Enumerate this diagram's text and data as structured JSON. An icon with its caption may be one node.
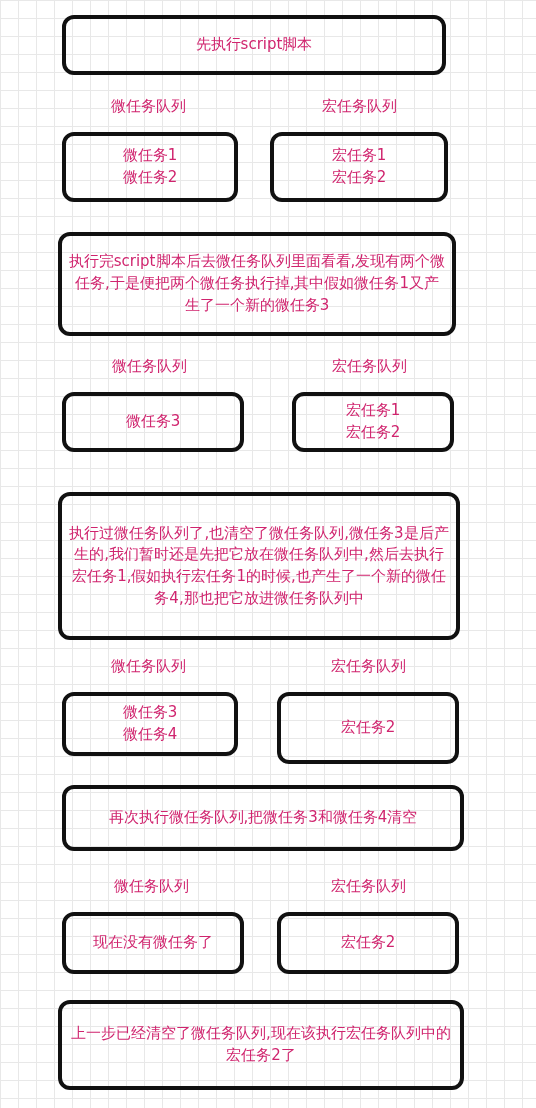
{
  "diagram": {
    "nodes": [
      {
        "text": [
          "先执行script脚本"
        ]
      },
      {
        "text": [
          "微任务队列",
          "微任务1",
          "微任务2"
        ]
      },
      {
        "text": [
          "宏任务队列",
          "宏任务1",
          "宏任务2"
        ]
      },
      {
        "text": [
          "执行完script脚本后去微任务队列里面看看,发现有两个微任务,于是便把两个微任务执行掉,其中假如微任务1又产生了一个新的微任务3"
        ]
      },
      {
        "text": [
          "微任务队列",
          "微任务3"
        ]
      },
      {
        "text": [
          "宏任务队列",
          "宏任务1",
          "宏任务2"
        ]
      },
      {
        "text": [
          "执行过微任务队列了,也清空了微任务队列,微任务3是后产生的,我们暂时还是先把它放在微任务队列中,然后去执行宏任务1,假如执行宏任务1的时候,也产生了一个新的微任务4,那也把它放进微任务队列中"
        ]
      },
      {
        "text": [
          "微任务队列",
          "微任务3",
          "微任务4"
        ]
      },
      {
        "text": [
          "宏任务队列",
          "宏任务2"
        ]
      },
      {
        "text": [
          "再次执行微任务队列,把微任务3和微任务4清空"
        ]
      },
      {
        "text": [
          "微任务队列",
          "现在没有微任务了"
        ]
      },
      {
        "text": [
          "宏任务队列",
          "宏任务2"
        ]
      },
      {
        "text": [
          "上一步已经清空了微任务队列,现在该执行宏任务队列中的宏任务2了"
        ]
      }
    ]
  }
}
